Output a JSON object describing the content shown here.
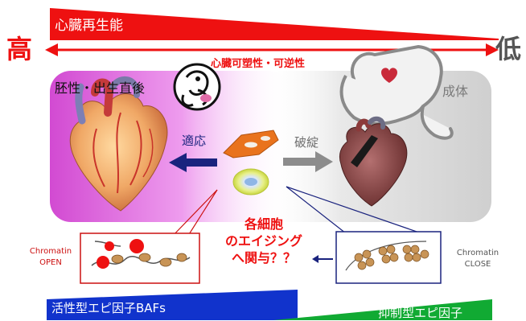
{
  "top_banner": {
    "label": "心臓再生能",
    "color": "#ee1111"
  },
  "axis": {
    "high": "高",
    "low": "低",
    "center_label": "心臓可塑性・可逆性"
  },
  "left_panel": {
    "label": "胚性・出生直後"
  },
  "right_panel": {
    "label": "成体"
  },
  "arrows": {
    "left_label": "適応",
    "right_label": "破綻"
  },
  "center_text": {
    "line1": "各細胞",
    "line2": "のエイジング",
    "line3": "へ関与？？"
  },
  "chromatin_open": {
    "line1": "Chromatin",
    "line2": "OPEN"
  },
  "chromatin_close": {
    "line1": "Chromatin",
    "line2": "CLOSE"
  },
  "bottom_left_banner": {
    "label": "活性型エピ因子BAFs",
    "color": "#1133cc"
  },
  "bottom_right_banner": {
    "label": "抑制型エピ因子",
    "color": "#11aa33"
  },
  "colors": {
    "accent_red": "#ee1111",
    "navy": "#1a237e",
    "gray": "#808080"
  }
}
